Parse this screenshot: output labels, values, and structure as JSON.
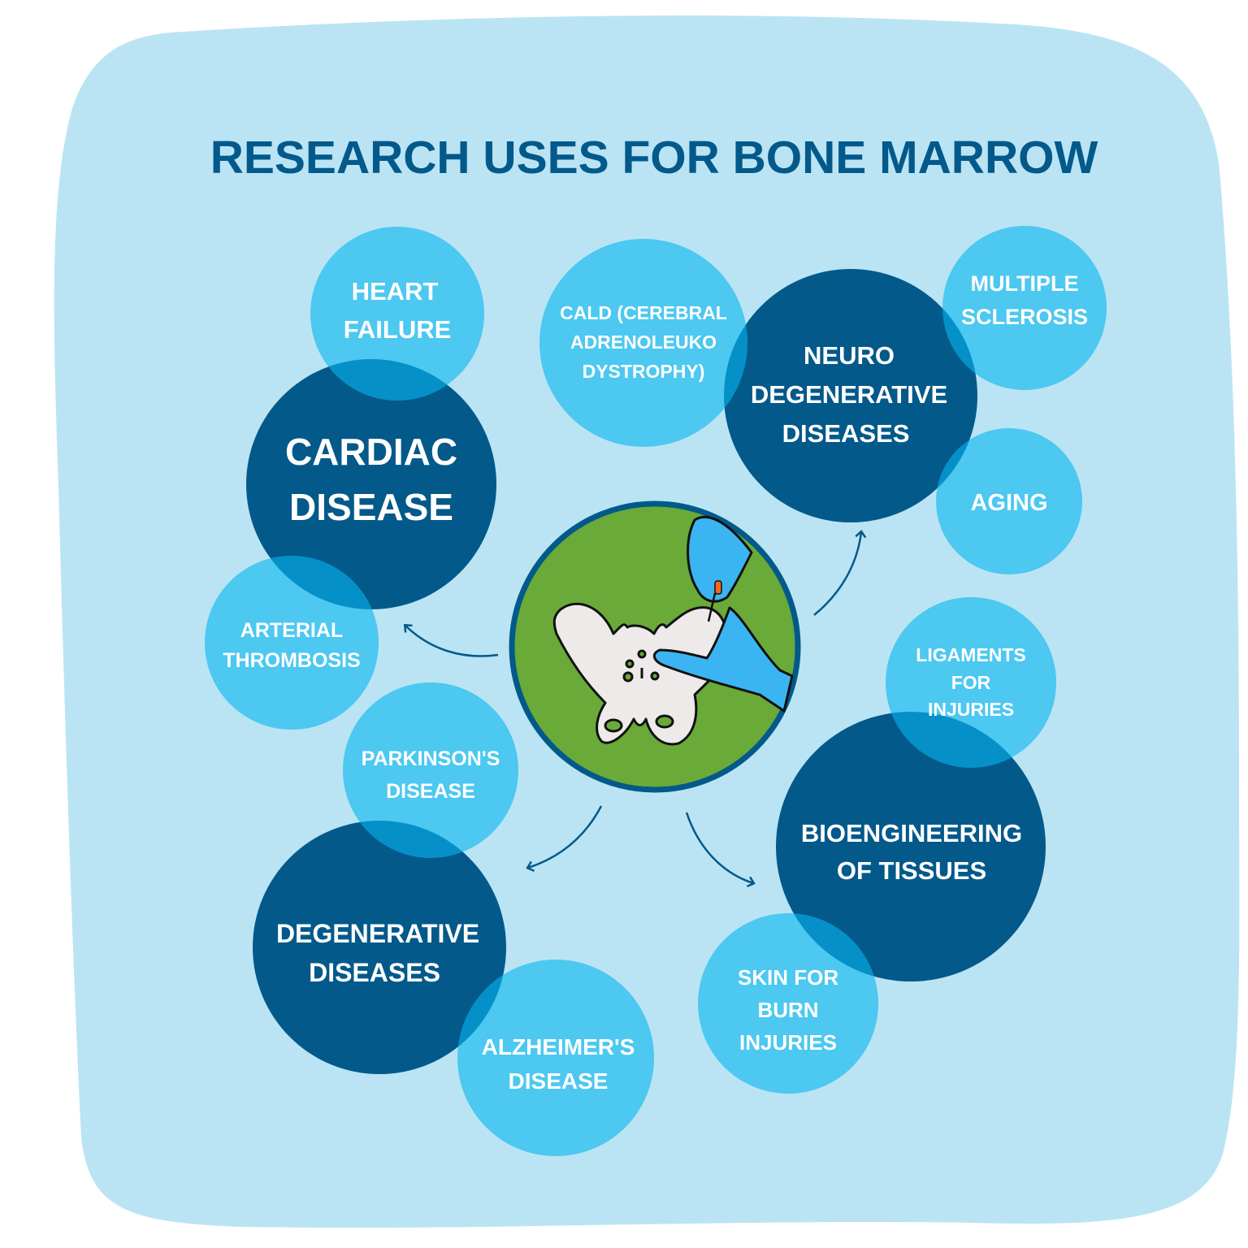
{
  "title": "RESEARCH USES FOR BONE MARROW",
  "colors": {
    "background_blob": "#bae4f4",
    "dark_circle": "#03598a",
    "light_circle": "#4cc8f0",
    "center_green": "#6aaa38",
    "glove": "#3bb5f2",
    "title": "#03598a"
  },
  "center_illustration": "pelvis-bone-marrow-extraction-icon",
  "groups": {
    "cardiac": {
      "main": [
        "CARDIAC",
        "DISEASE"
      ],
      "heart_failure": [
        "HEART",
        "FAILURE"
      ],
      "arterial_thrombosis": [
        "ARTERIAL",
        "THROMBOSIS"
      ]
    },
    "neuro": {
      "main": [
        "NEURO",
        "DEGENERATIVE",
        "DISEASES"
      ],
      "cald": [
        "CALD (CEREBRAL",
        "ADRENOLEUKO",
        "DYSTROPHY)"
      ],
      "multiple_sclerosis": [
        "MULTIPLE",
        "SCLEROSIS"
      ],
      "aging": [
        "AGING"
      ]
    },
    "degenerative": {
      "main": [
        "DEGENERATIVE",
        "DISEASES"
      ],
      "parkinsons": [
        "PARKINSON'S",
        "DISEASE"
      ],
      "alzheimers": [
        "ALZHEIMER'S",
        "DISEASE"
      ]
    },
    "bioengineering": {
      "main": [
        "BIOENGINEERING",
        "OF  TISSUES"
      ],
      "ligaments": [
        "LIGAMENTS",
        "FOR",
        "INJURIES"
      ],
      "skin": [
        "SKIN FOR",
        "BURN",
        "INJURIES"
      ]
    }
  }
}
